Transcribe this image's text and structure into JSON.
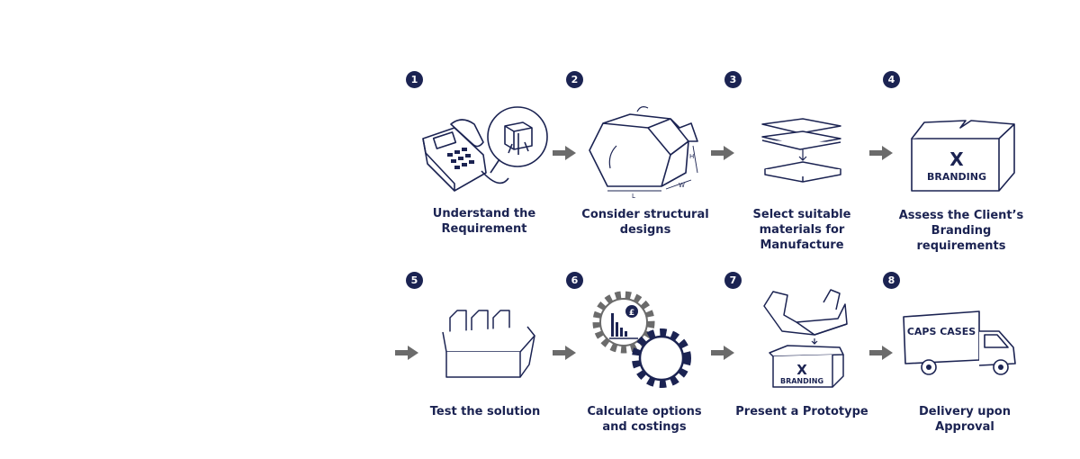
{
  "steps": [
    {
      "number": "1",
      "caption": "Understand the\nRequirement",
      "icon": "telephone-icon"
    },
    {
      "number": "2",
      "caption": "Consider structural\ndesigns",
      "icon": "box-structure-icon"
    },
    {
      "number": "3",
      "caption": "Select suitable\nmaterials for\nManufacture",
      "icon": "material-layers-icon"
    },
    {
      "number": "4",
      "caption": "Assess the Client’s\nBranding\nrequirements",
      "icon": "branded-box-icon"
    },
    {
      "number": "5",
      "caption": "Test the solution",
      "icon": "divider-box-icon"
    },
    {
      "number": "6",
      "caption": "Calculate options\nand costings",
      "icon": "gears-icon"
    },
    {
      "number": "7",
      "caption": "Present a Prototype",
      "icon": "prototype-box-icon"
    },
    {
      "number": "8",
      "caption": "Delivery upon\nApproval",
      "icon": "delivery-truck-icon"
    }
  ],
  "illustration_text": {
    "dim_l": "L",
    "dim_w": "W",
    "dim_h": "H",
    "brand_x": "X",
    "brand_word": "BRANDING",
    "currency": "£",
    "truck_label": "CAPS CASES"
  },
  "colors": {
    "navy": "#1b2352",
    "arrow_grey": "#6b6b6b"
  }
}
